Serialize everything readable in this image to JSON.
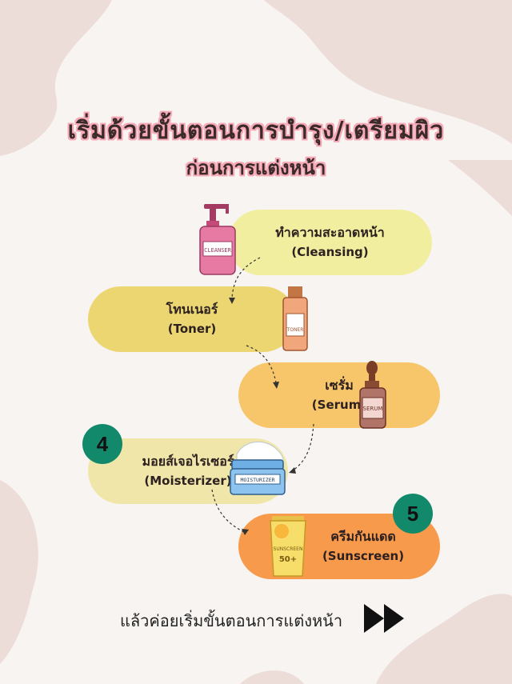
{
  "title": {
    "line1": "เริ่มด้วยขั้นตอนการบำรุง/เตรียมผิว",
    "line2": "ก่อนการแต่งหน้า"
  },
  "steps": [
    {
      "thai": "ทำความสะอาดหน้า",
      "english": "(Cleansing)",
      "product_label": "CLEANSER",
      "color": "#f1ef9f"
    },
    {
      "thai": "โทนเนอร์",
      "english": "(Toner)",
      "product_label": "TONER",
      "color": "#ecd672"
    },
    {
      "thai": "เซรั่ม",
      "english": "(Serum)",
      "product_label": "SERUM",
      "color": "#f8c66a"
    },
    {
      "thai": "มอยส์เจอไรเซอร์",
      "english": "(Moisterizer)",
      "product_label": "MOISTURIZER",
      "color": "#f1e6a9",
      "badge": "4"
    },
    {
      "thai": "ครีมกันแดด",
      "english": "(Sunscreen)",
      "product_label": "SUNSCREEN",
      "product_spf": "50+",
      "color": "#f79a4b",
      "badge": "5"
    }
  ],
  "footer": {
    "text": "แล้วค่อยเริ่มขั้นตอนการแต่งหน้า",
    "icon": "fast-forward-icon"
  },
  "colors": {
    "background": "#f8f4f1",
    "blob": "#ecddd8",
    "title_outline": "#f6a9b6",
    "badge": "#13896b"
  }
}
